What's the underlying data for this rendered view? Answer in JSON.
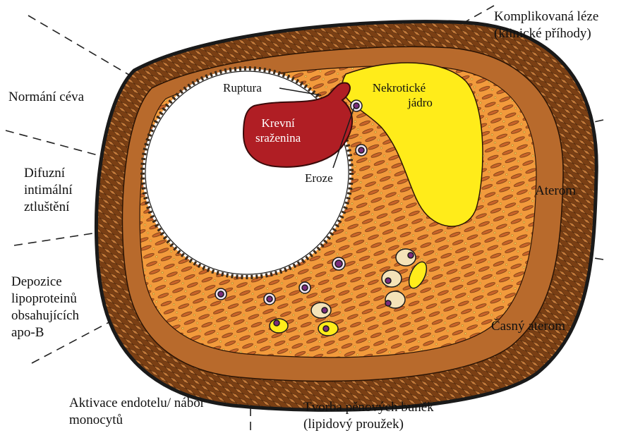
{
  "colors": {
    "outer_wall": "#7a3f14",
    "media": "#b86a2c",
    "intima": "#f29a3c",
    "necrotic_core": "#ffec1a",
    "clot": "#b01e24",
    "macrophage": "#7b2d7b",
    "outline": "#1a1a1a"
  },
  "labels": {
    "normal_vessel": "Normání céva",
    "diffuse_thickening": [
      "Difuzní",
      "intimální",
      "ztluštění"
    ],
    "lipoprotein_deposition": [
      "Depozice",
      "lipoproteinů",
      "obsahujících",
      "apo-B"
    ],
    "endothelial_activation": [
      "Aktivace endotelu/ nábor",
      "monocytů"
    ],
    "foam_cells": [
      "Tvorba pěnových buněk",
      "(lipidový proužek)"
    ],
    "early_atheroma": "Časný aterom",
    "atheroma": "Aterom",
    "complicated_lesion": [
      "Komplikovaná léze",
      "(klinické příhody)"
    ]
  },
  "inner_labels": {
    "rupture": "Ruptura",
    "blood_clot": [
      "Krevní",
      "sraženina"
    ],
    "erosion": "Eroze",
    "necrotic_core": [
      "Nekrotické",
      "jádro"
    ]
  }
}
